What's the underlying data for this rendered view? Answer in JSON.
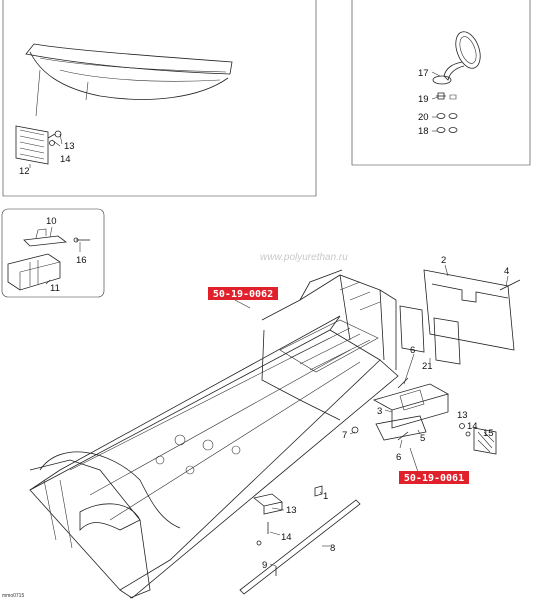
{
  "watermark": "www.polyurethan.ru",
  "drawing_code": "mmo0715",
  "references": {
    "top": "50-19-0062",
    "bottom": "50-19-0061"
  },
  "callouts": {
    "c1": "1",
    "c2": "2",
    "c3": "3",
    "c4": "4",
    "c5": "5",
    "c6a": "6",
    "c6b": "6",
    "c7": "7",
    "c8": "8",
    "c9": "9",
    "c10": "10",
    "c11": "11",
    "c12": "12",
    "c13a": "13",
    "c13b": "13",
    "c13c": "13",
    "c14a": "14",
    "c14b": "14",
    "c14c": "14",
    "c15": "15",
    "c16": "16",
    "c17": "17",
    "c18": "18",
    "c19": "19",
    "c20": "20",
    "c21": "21"
  },
  "colors": {
    "reference_fill": "#e0202a",
    "line": "#222222",
    "watermark": "#c9c9c9"
  }
}
